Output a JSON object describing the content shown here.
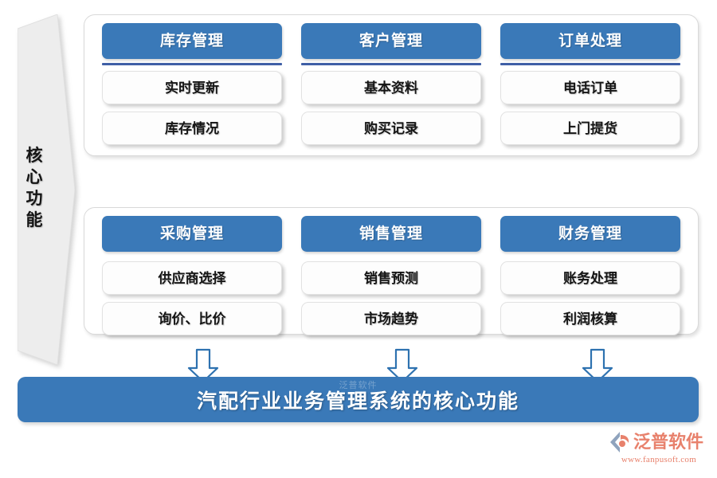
{
  "core_banner": {
    "label": "核心功能",
    "chars": [
      "核",
      "心",
      "功",
      "能"
    ]
  },
  "panels": [
    {
      "columns": [
        {
          "header": "库存管理",
          "items": [
            "实时更新",
            "库存情况"
          ]
        },
        {
          "header": "客户管理",
          "items": [
            "基本资料",
            "购买记录"
          ]
        },
        {
          "header": "订单处理",
          "items": [
            "电话订单",
            "上门提货"
          ]
        }
      ]
    },
    {
      "columns": [
        {
          "header": "采购管理",
          "items": [
            "供应商选择",
            "询价、比价"
          ]
        },
        {
          "header": "销售管理",
          "items": [
            "销售预测",
            "市场趋势"
          ]
        },
        {
          "header": "财务管理",
          "items": [
            "账务处理",
            "利润核算"
          ]
        }
      ]
    }
  ],
  "arrows": [
    {
      "name": "down-arrow-left"
    },
    {
      "name": "down-arrow-center"
    },
    {
      "name": "down-arrow-right"
    }
  ],
  "summary": {
    "text": "汽配行业业务管理系统的核心功能",
    "watermark": "泛普软件"
  },
  "brand": {
    "name": "泛普软件",
    "url": "www.fanpusoft.com"
  },
  "colors": {
    "accent_blue": "#3a79b8",
    "rule_blue": "#3f5fa6",
    "banner_gray": "#ededed",
    "panel_border": "#d9d9d9",
    "brand_orange": "#e8816c"
  }
}
